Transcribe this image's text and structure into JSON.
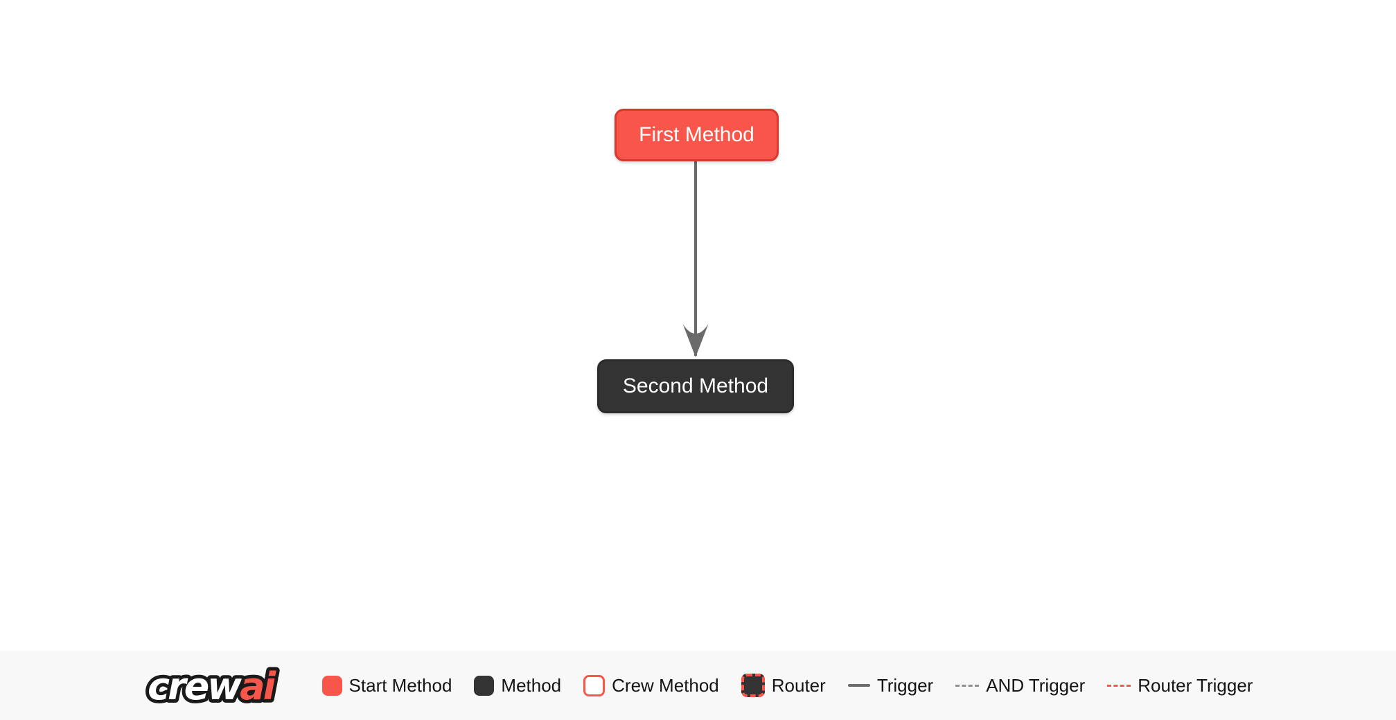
{
  "colors": {
    "page-bg": "#ffffff",
    "accent": "#F8564B",
    "accent-border": "#D8382E",
    "dark": "#333333",
    "dark-border": "#2B2B2B",
    "edge": "#6B6B6B",
    "dash-gray": "#8F8F8F",
    "footer-bg": "#F8F8F9",
    "legend-text": "#141414",
    "node-text": "#ffffff",
    "logo-outline": "#1A1A1A",
    "logo-crew": "#ffffff",
    "logo-ai": "#F8564B"
  },
  "flow": {
    "nodes": [
      {
        "label": "First Method",
        "type": "start-method"
      },
      {
        "label": "Second Method",
        "type": "method"
      }
    ],
    "edges": [
      {
        "from": "First Method",
        "to": "Second Method",
        "type": "trigger"
      }
    ]
  },
  "footer": {
    "logo": {
      "part1": "crew",
      "part2": "ai"
    },
    "legend": [
      {
        "label": "Start Method",
        "swatch": "start-method"
      },
      {
        "label": "Method",
        "swatch": "method"
      },
      {
        "label": "Crew Method",
        "swatch": "crew-method"
      },
      {
        "label": "Router",
        "swatch": "router"
      },
      {
        "label": "Trigger",
        "swatch": "trigger"
      },
      {
        "label": "AND Trigger",
        "swatch": "and-trigger"
      },
      {
        "label": "Router Trigger",
        "swatch": "router-trigger"
      }
    ]
  }
}
